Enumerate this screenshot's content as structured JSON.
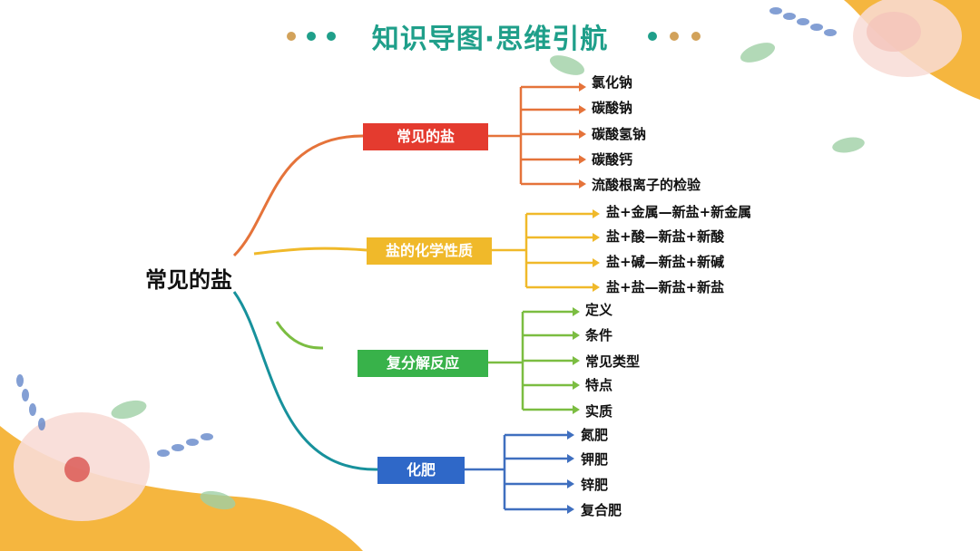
{
  "title": "知识导图·思维引航",
  "root": "常见的盐",
  "colors": {
    "title": "#1f9f8a",
    "orange": "#e5733a",
    "yellow": "#f0b92a",
    "green": "#7bbd41",
    "blue": "#3f6fbf",
    "red": "#e43b2f"
  },
  "branches": [
    {
      "label": "常见的盐",
      "children": [
        "氯化钠",
        "碳酸钠",
        "碳酸氢钠",
        "碳酸钙",
        "流酸根离子的检验"
      ]
    },
    {
      "label": "盐的化学性质",
      "children": [
        "盐+金属—新盐+新金属",
        "盐+酸—新盐+新酸",
        "盐+碱—新盐+新碱",
        "盐+盐—新盐+新盐"
      ]
    },
    {
      "label": "复分解反应",
      "children": [
        "定义",
        "条件",
        "常见类型",
        "特点",
        "实质"
      ]
    },
    {
      "label": "化肥",
      "children": [
        "氮肥",
        "钾肥",
        "锌肥",
        "复合肥"
      ]
    }
  ]
}
